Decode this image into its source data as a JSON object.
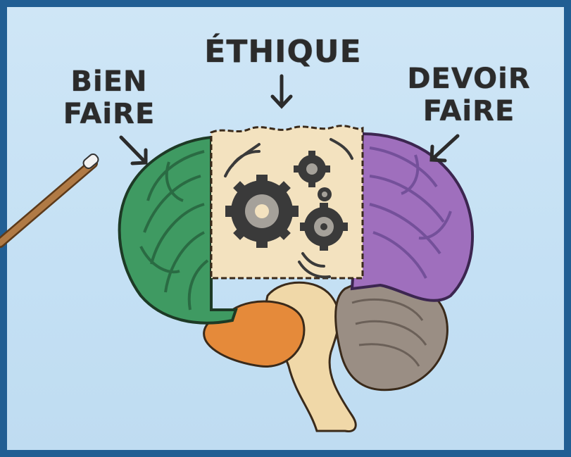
{
  "labels": {
    "top": "ÉTHIQUE",
    "left_line1": "BiEN",
    "left_line2": "FAiRE",
    "right_line1": "DEVOiR",
    "right_line2": "FAiRE"
  },
  "colors": {
    "frame": "#215e93",
    "background": "#cfe6f6",
    "left_lobe": "#3f9a62",
    "right_lobe": "#9f6fbd",
    "prefrontal_panel": "#f3e2bf",
    "gears": "#3a3a3a",
    "cerebellum": "#9a8e84",
    "brainstem": "#f0d8a8",
    "orange_region": "#e58a3a",
    "pointer": "#8a5a2c"
  },
  "icons": [
    "arrow-down-icon",
    "arrow-down-right-icon",
    "arrow-down-left-icon",
    "gear-icon",
    "pointer-stick"
  ]
}
